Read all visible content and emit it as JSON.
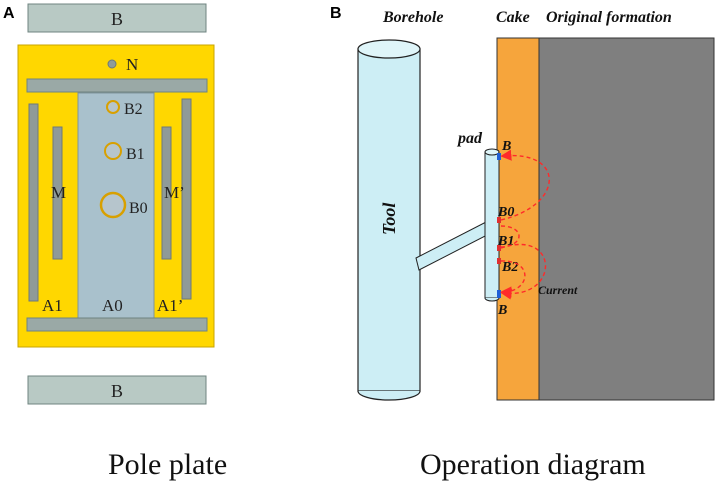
{
  "panel_a": {
    "letter": "A",
    "caption": "Pole plate",
    "labels": {
      "top_b": "B",
      "bottom_b": "B",
      "n": "N",
      "b2": "B2",
      "b1": "B1",
      "b0": "B0",
      "m": "M",
      "m_prime": "M’",
      "a1": "A1",
      "a0": "A0",
      "a1_prime": "A1’"
    }
  },
  "panel_b": {
    "letter": "B",
    "caption": "Operation diagram",
    "labels": {
      "borehole": "Borehole",
      "cake": "Cake",
      "formation": "Original formation",
      "tool": "Tool",
      "pad": "pad",
      "b_top": "B",
      "b0": "B0",
      "b1": "B1",
      "b2": "B2",
      "current": "Current",
      "b_bottom": "B"
    }
  },
  "colors": {
    "plate_yellow": "#ffd700",
    "electrode_gray": "#9aa9a6",
    "center_blue": "#a9c1cc",
    "tool_cyan": "#cdeef5",
    "cake_orange": "#f6a53c",
    "formation_gray": "#7f7f7f",
    "current_red": "#ff2a2a"
  }
}
